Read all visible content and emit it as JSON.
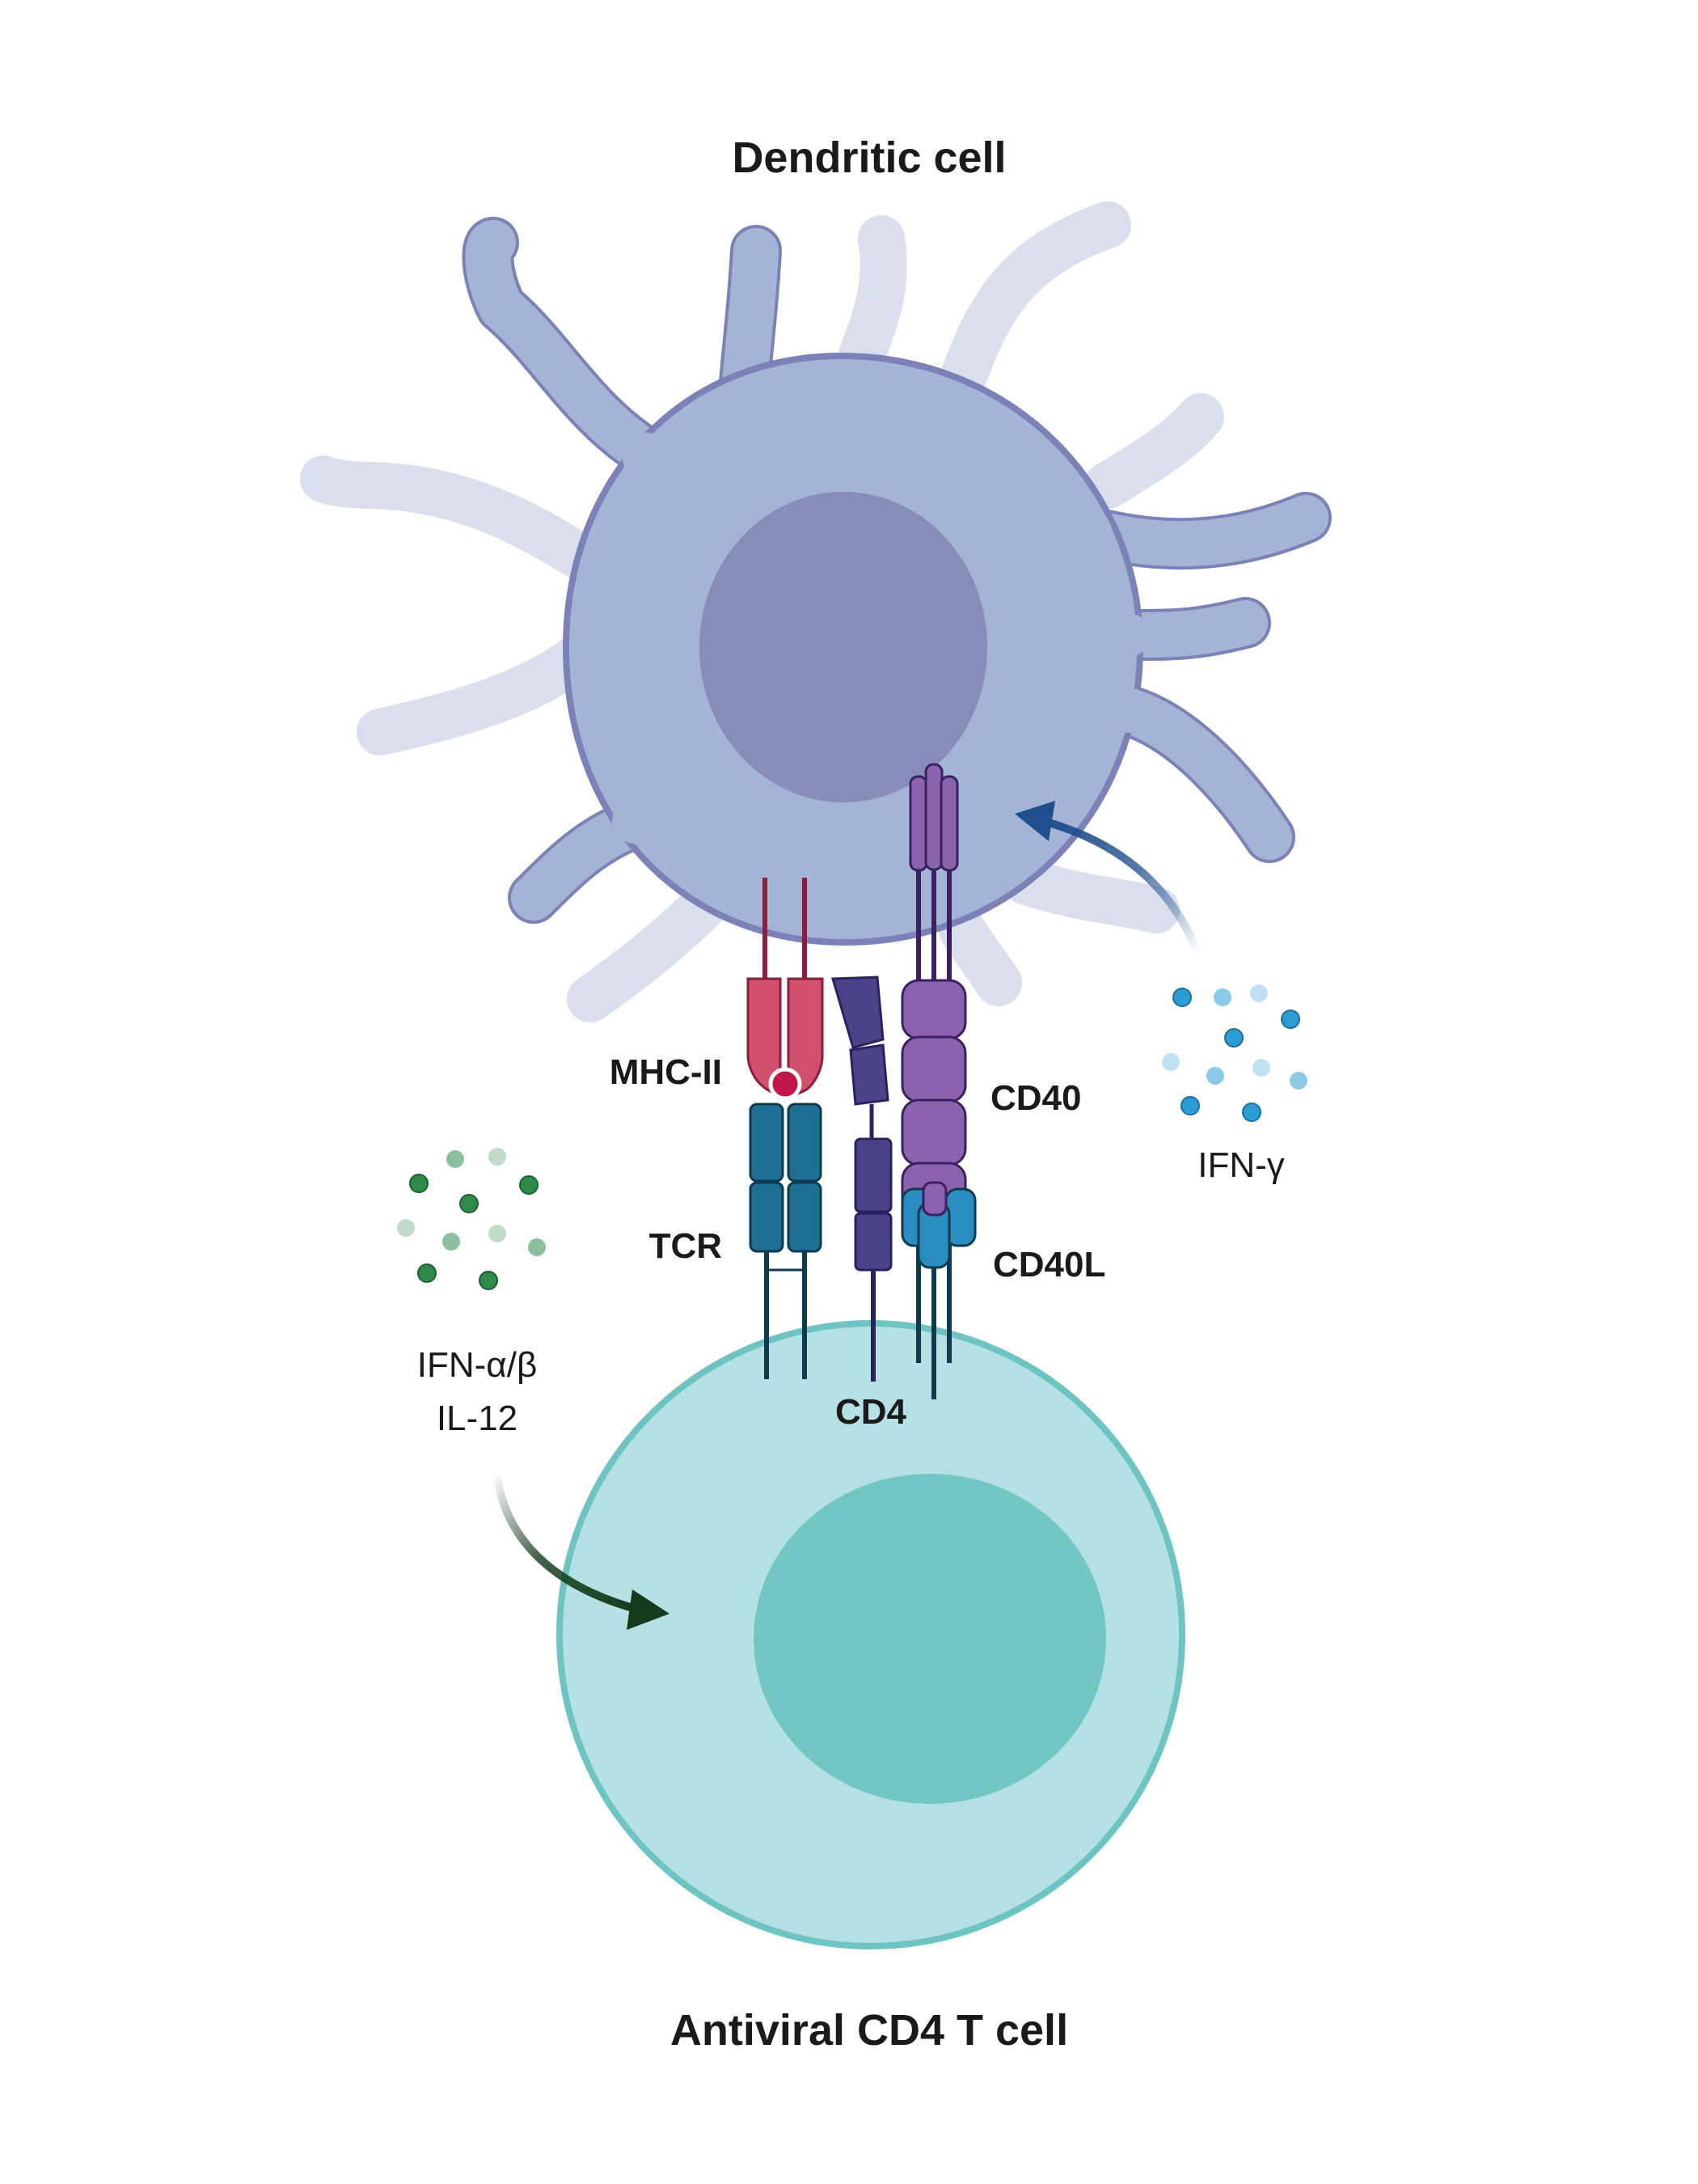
{
  "titles": {
    "dendritic_cell": "Dendritic cell",
    "t_cell": "Antiviral CD4 T cell"
  },
  "labels": {
    "mhc": "MHC-II",
    "tcr": "TCR",
    "cd4": "CD4",
    "cd40": "CD40",
    "cd40l": "CD40L",
    "ifn_gamma": "IFN-γ",
    "ifn_ab": "IFN-α/β",
    "il12": "IL-12"
  },
  "colors": {
    "dendritic_body": "#A3B4D4",
    "dendritic_outline": "#7C82B8",
    "dendritic_nucleus": "#878DB8",
    "dendritic_back_dendrites": "#D9DFEC",
    "tcell_body": "#B5E1E4",
    "tcell_outline": "#6EC4C2",
    "tcell_nucleus": "#72C7C5",
    "mhc": "#D1506C",
    "peptide": "#C0164A",
    "tcr": "#1F6E93",
    "cd4": "#4C4288",
    "cd40": "#8B62AE",
    "cd40l": "#2B8CC0",
    "ifn_gamma_arrow": "#1E4E8C",
    "ifn_ab_arrow": "#143A1C",
    "ifn_gamma_dots": "#2A9ED4",
    "ifn_ab_dots": "#2E8B4A"
  }
}
